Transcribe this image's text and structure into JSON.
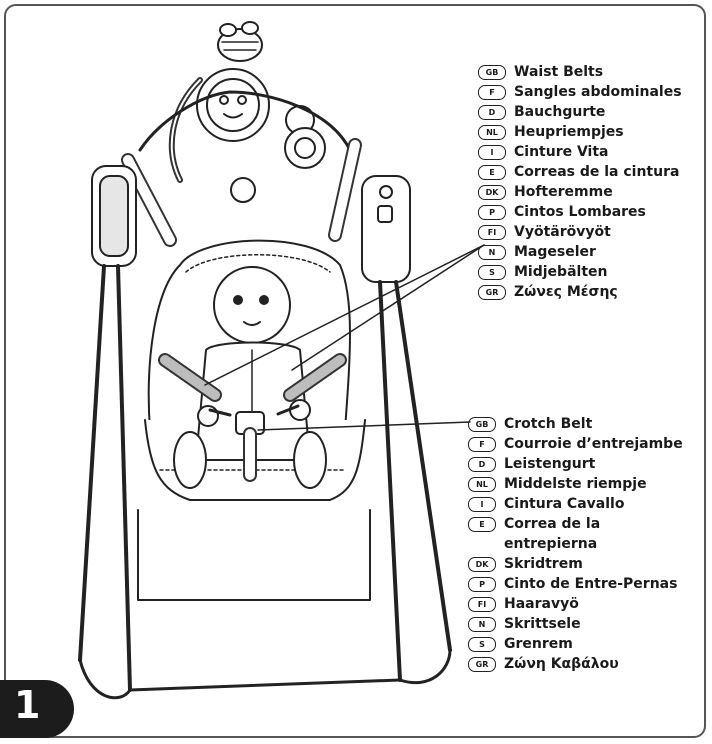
{
  "step": {
    "number": "1"
  },
  "waist_belts": [
    {
      "code": "GB",
      "label": "Waist Belts"
    },
    {
      "code": "F",
      "label": "Sangles abdominales"
    },
    {
      "code": "D",
      "label": "Bauchgurte"
    },
    {
      "code": "NL",
      "label": "Heupriempjes"
    },
    {
      "code": "I",
      "label": "Cinture Vita"
    },
    {
      "code": "E",
      "label": "Correas de la cintura"
    },
    {
      "code": "DK",
      "label": "Hofteremme"
    },
    {
      "code": "P",
      "label": "Cintos Lombares"
    },
    {
      "code": "FI",
      "label": "Vyötärövyöt"
    },
    {
      "code": "N",
      "label": "Mageseler"
    },
    {
      "code": "S",
      "label": "Midjebälten"
    },
    {
      "code": "GR",
      "label": "Ζώνες Μέσης"
    }
  ],
  "crotch_belt": [
    {
      "code": "GB",
      "label": "Crotch Belt"
    },
    {
      "code": "F",
      "label": "Courroie d’entrejambe"
    },
    {
      "code": "D",
      "label": "Leistengurt"
    },
    {
      "code": "NL",
      "label": "Middelste riempje"
    },
    {
      "code": "I",
      "label": "Cintura Cavallo"
    },
    {
      "code": "E",
      "label": "Correa de la entrepierna"
    },
    {
      "code": "DK",
      "label": "Skridtrem"
    },
    {
      "code": "P",
      "label": "Cinto de Entre-Pernas"
    },
    {
      "code": "FI",
      "label": "Haaravyö"
    },
    {
      "code": "N",
      "label": "Skrittsele"
    },
    {
      "code": "S",
      "label": "Grenrem"
    },
    {
      "code": "GR",
      "label": "Ζώνη Καβάλου"
    }
  ]
}
